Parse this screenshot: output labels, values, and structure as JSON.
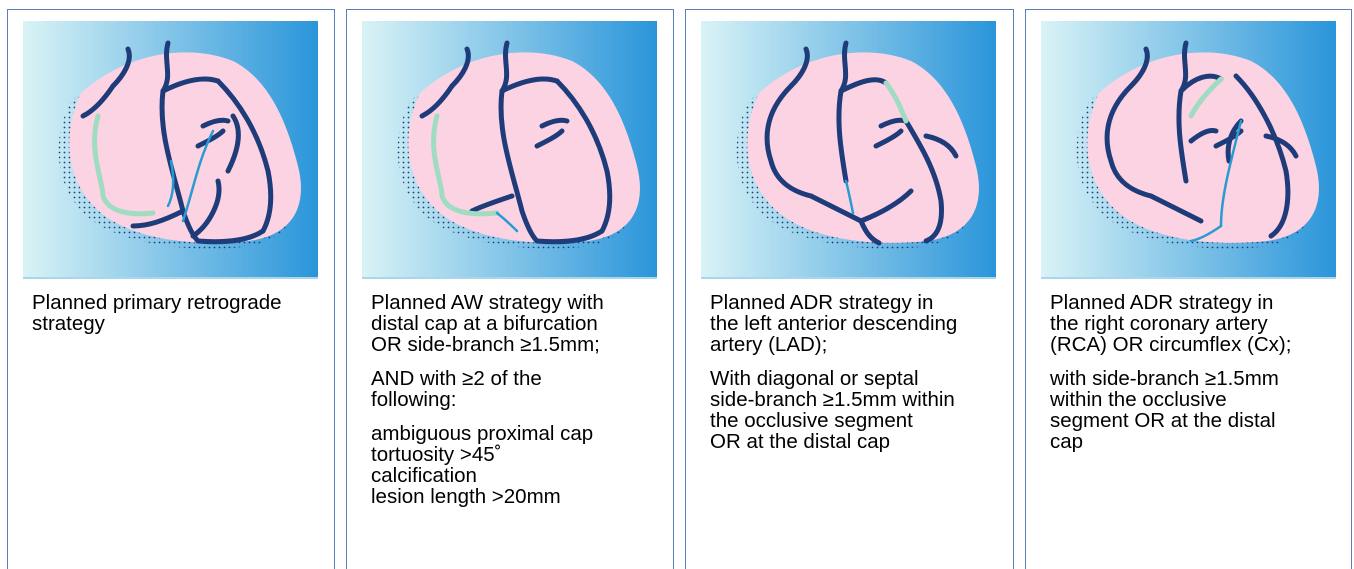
{
  "colors": {
    "border": "#5b7fb9",
    "heart_fill": "#fcd3e2",
    "artery_dark": "#1f3c7a",
    "artery_light": "#2a9bd1",
    "graft_green": "#9fdcc1",
    "bg_left": "#d9f3f6",
    "bg_right": "#2a95da"
  },
  "panels": [
    {
      "id": "retrograde",
      "paragraphs": [
        "Planned primary retrograde\nstrategy"
      ]
    },
    {
      "id": "aw",
      "paragraphs": [
        "Planned AW strategy with\ndistal cap at a bifurcation\nOR side-branch ≥1.5mm;",
        "AND with ≥2 of the\nfollowing:",
        "ambiguous proximal cap\ntortuosity >45˚\ncalcification\nlesion length >20mm"
      ]
    },
    {
      "id": "adr-lad",
      "paragraphs": [
        "Planned ADR strategy in\nthe left anterior descending\nartery (LAD);",
        "With diagonal or septal\nside-branch ≥1.5mm within\nthe occlusive segment\nOR at the distal cap"
      ]
    },
    {
      "id": "adr-rca",
      "paragraphs": [
        "Planned ADR strategy in\nthe right coronary artery\n(RCA) OR circumflex (Cx);",
        " with side-branch ≥1.5mm\nwithin the occlusive\nsegment OR at the distal\ncap"
      ]
    }
  ]
}
